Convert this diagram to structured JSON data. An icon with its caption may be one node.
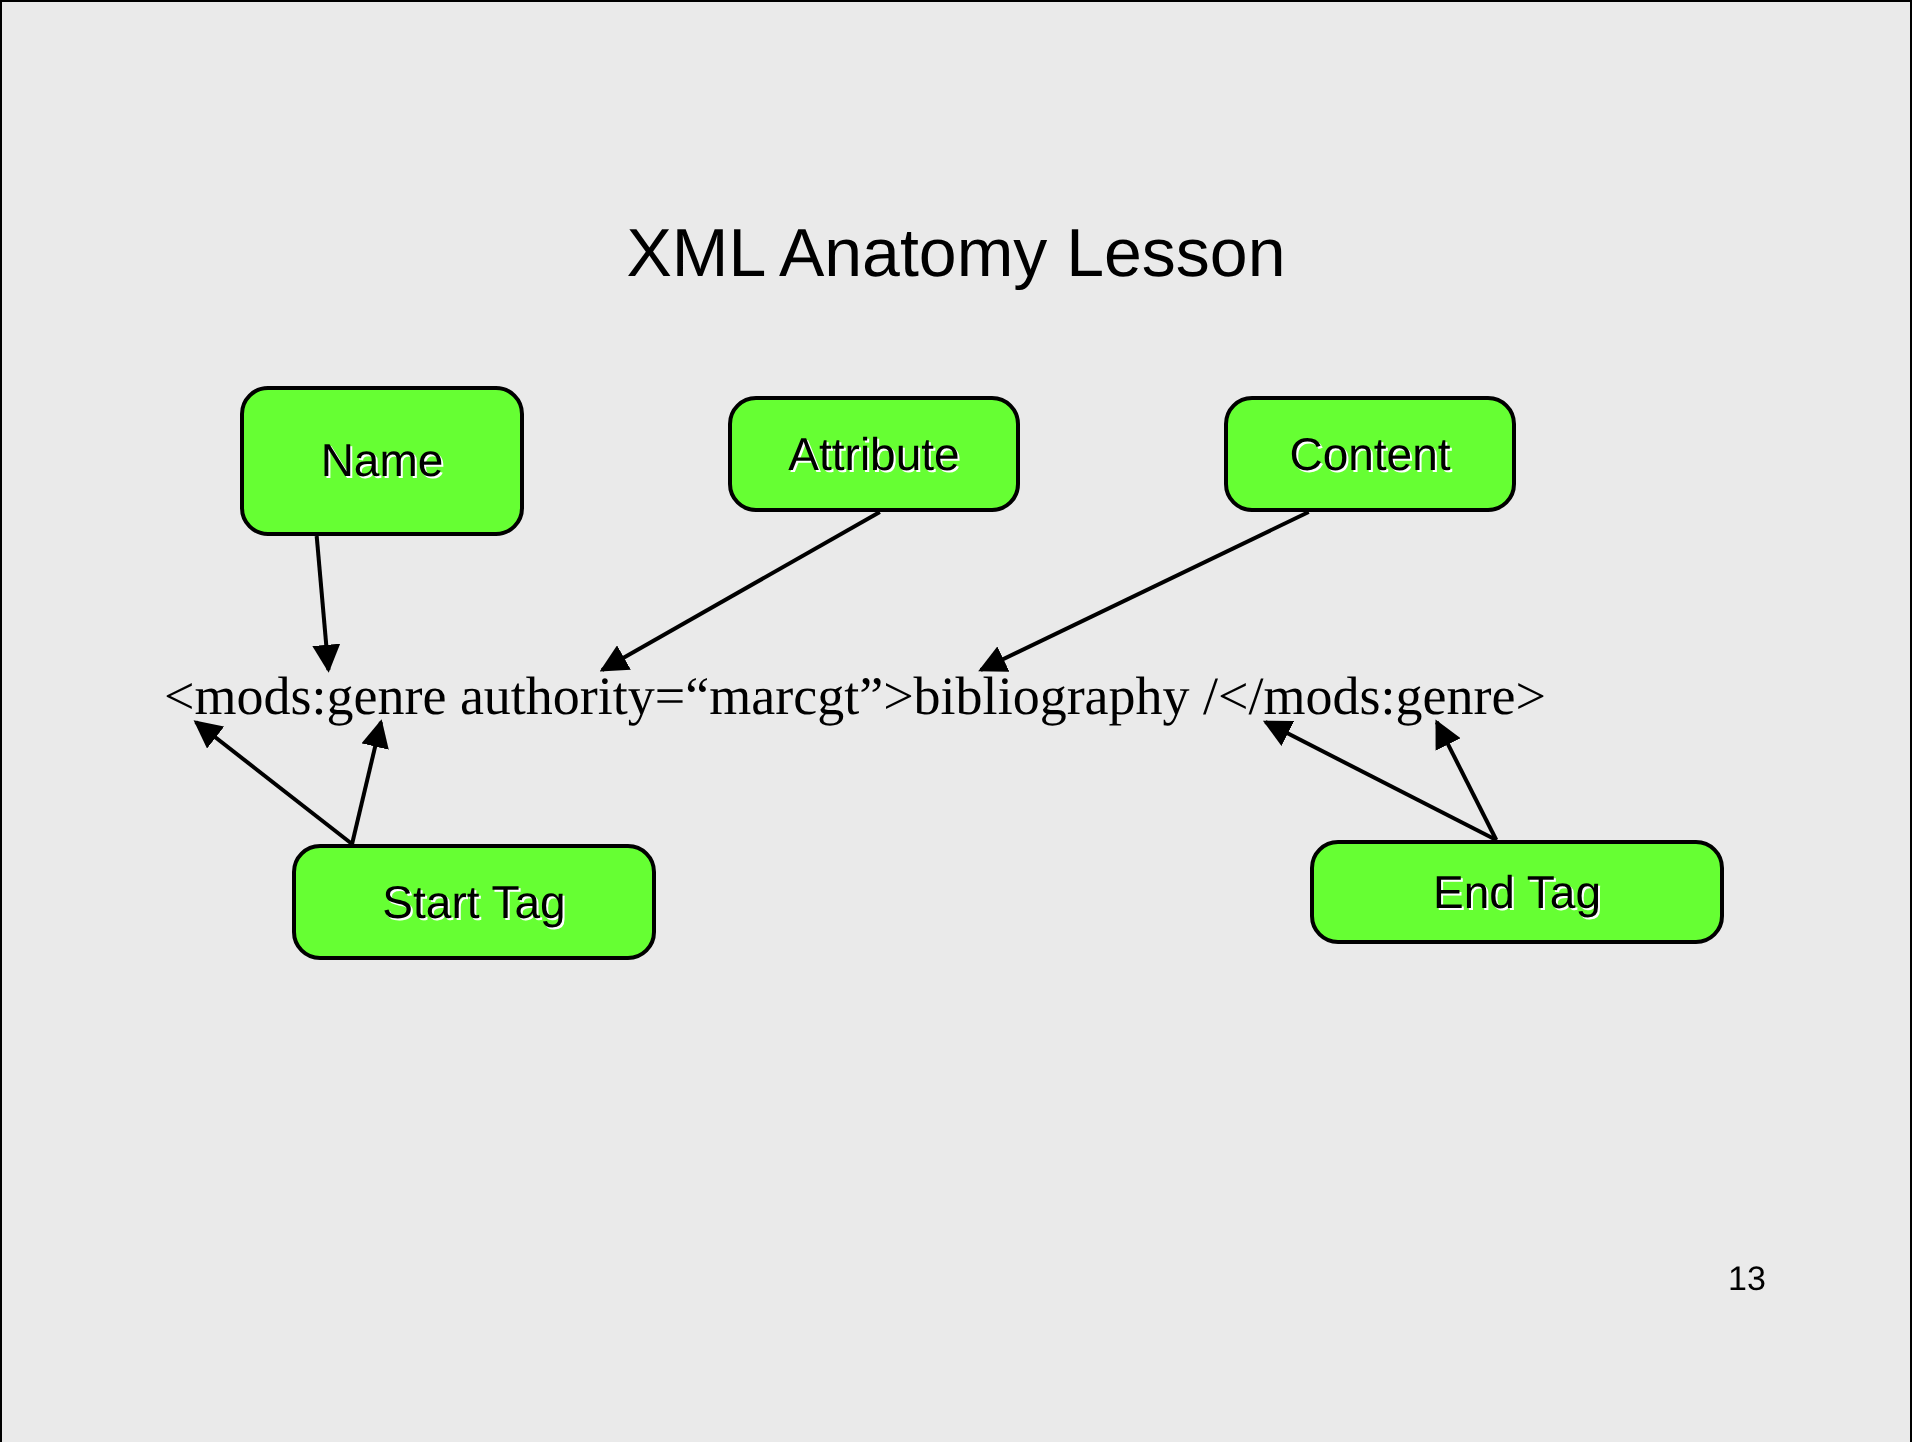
{
  "diagram": {
    "title": "XML Anatomy Lesson",
    "nodes": [
      {
        "text": [
          "Name"
        ]
      },
      {
        "text": [
          "Attribute"
        ]
      },
      {
        "text": [
          "Content"
        ]
      },
      {
        "text": [
          "Start Tag"
        ]
      },
      {
        "text": [
          "End Tag"
        ]
      },
      {
        "text": [
          "<mods:genre authority=“marcgt”>bibliography /</mods:genre>"
        ]
      }
    ],
    "edges": [
      {
        "from": 0,
        "to": 5,
        "arrow": "to"
      },
      {
        "from": 1,
        "to": 5,
        "arrow": "to"
      },
      {
        "from": 2,
        "to": 5,
        "arrow": "to"
      },
      {
        "from": 3,
        "to": 5,
        "arrow": "to"
      },
      {
        "from": 3,
        "to": 5,
        "arrow": "to"
      },
      {
        "from": 4,
        "to": 5,
        "arrow": "to"
      },
      {
        "from": 4,
        "to": 5,
        "arrow": "to"
      }
    ],
    "labels": [
      "13"
    ]
  }
}
